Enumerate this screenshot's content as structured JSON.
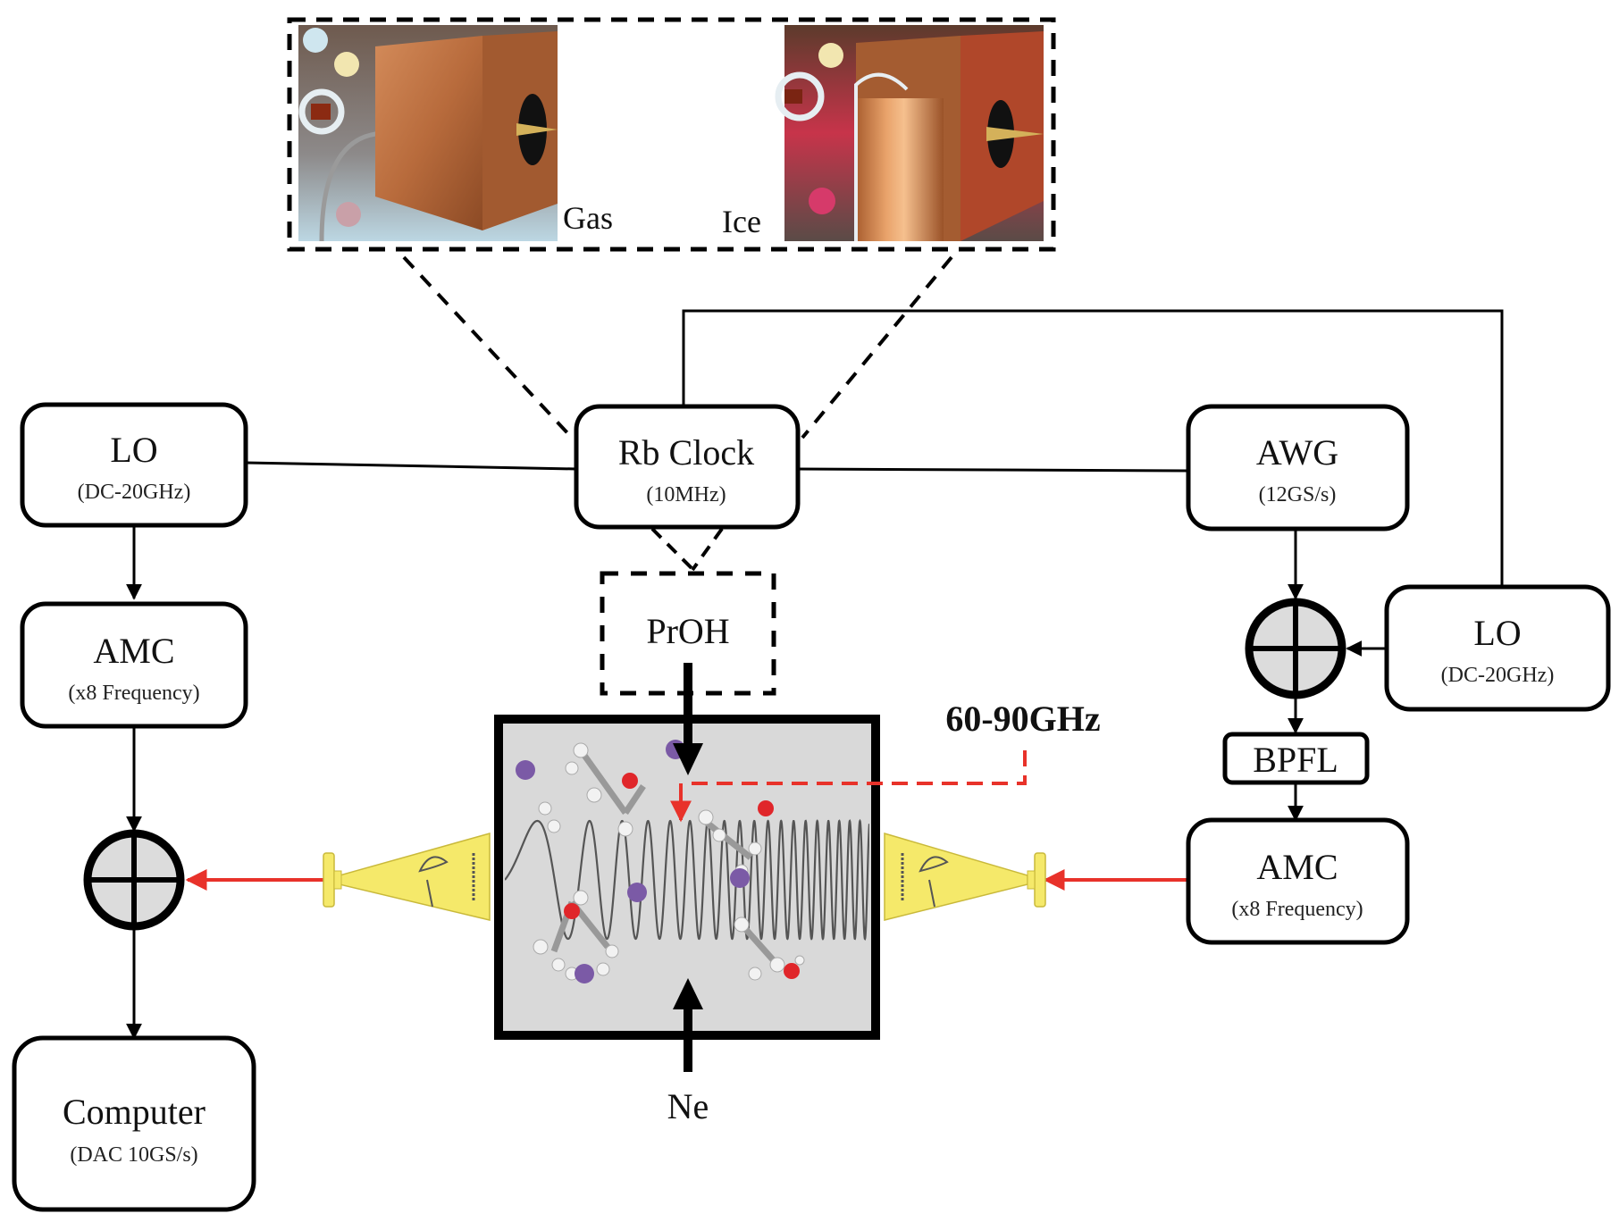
{
  "figure": {
    "photos": {
      "gas_label": "Gas",
      "ice_label": "Ice"
    },
    "blocks": {
      "lo_left": {
        "title": "LO",
        "subtitle": "(DC-20GHz)"
      },
      "amc_left": {
        "title": "AMC",
        "subtitle": "(x8 Frequency)"
      },
      "computer": {
        "title": "Computer",
        "subtitle": "(DAC 10GS/s)"
      },
      "rb_clock": {
        "title": "Rb Clock",
        "subtitle": "(10MHz)"
      },
      "proh": {
        "title": "PrOH"
      },
      "awg": {
        "title": "AWG",
        "subtitle": "(12GS/s)"
      },
      "lo_right": {
        "title": "LO",
        "subtitle": "(DC-20GHz)"
      },
      "bpfl": {
        "title": "BPFL"
      },
      "amc_right": {
        "title": "AMC",
        "subtitle": "(x8 Frequency)"
      }
    },
    "chamber": {
      "frequency_label": "60-90GHz",
      "gas_inlet_label": "Ne"
    },
    "colors": {
      "line": "#000000",
      "signal": "#e8322a",
      "mixer_fill": "#dcdcdc",
      "chamber_fill": "#d9d9d9",
      "horn_fill": "#f5e96a",
      "argon_atom": "#7b5aa6",
      "oxygen_atom": "#e0262a"
    }
  }
}
